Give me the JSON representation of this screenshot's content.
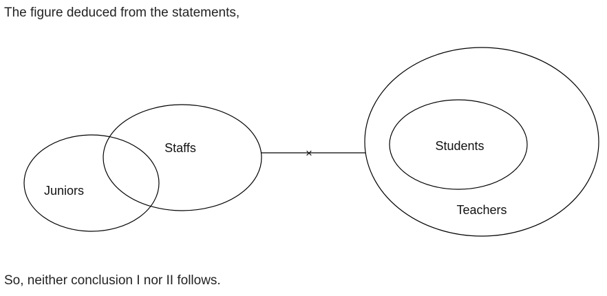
{
  "intro": "The figure deduced from the statements,",
  "conclusion": "So, neither conclusion I nor II follows.",
  "diagram": {
    "labels": {
      "juniors": "Juniors",
      "staffs": "Staffs",
      "students": "Students",
      "teachers": "Teachers"
    },
    "connector_mark": "×"
  }
}
